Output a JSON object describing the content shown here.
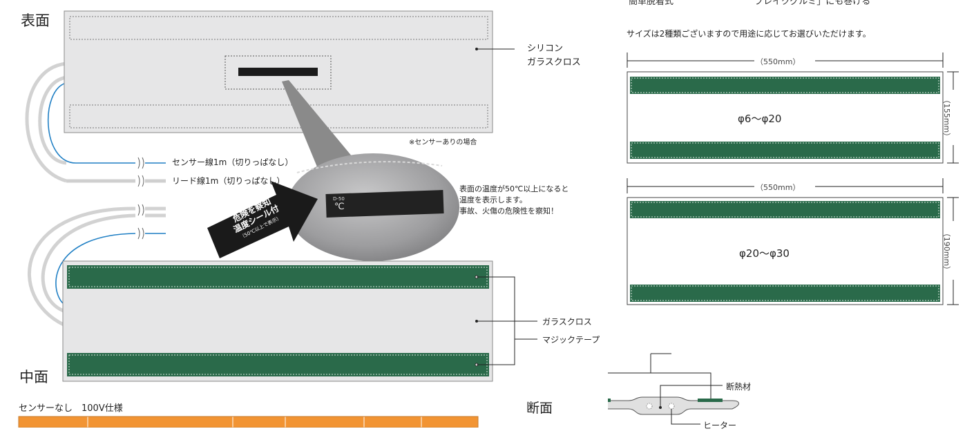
{
  "left": {
    "surface_title": "表面",
    "middle_title": "中面",
    "silicone_label_1": "シリコン",
    "silicone_label_2": "ガラスクロス",
    "sensor_note": "※センサーありの場合",
    "sensor_wire": "センサー線1m（切りっぱなし）",
    "lead_wire": "リード線1m（切りっぱなし）",
    "arrow_line1": "危険を察知",
    "arrow_line2": "温度シール付",
    "arrow_line3": "（50℃以上で表示）",
    "photo_code": "D-50",
    "photo_unit": "℃",
    "temp_desc_1": "表面の温度が50℃以上になると",
    "temp_desc_2": "温度を表示します。",
    "temp_desc_3": "事故、火傷の危険性を察知！",
    "glass_label": "ガラスクロス",
    "magic_label": "マジックテープ",
    "spec_caption": "センサーなし　100V仕様"
  },
  "right": {
    "top_cut": "簡単脱着式　　　　　　　　　プレイクグルミ」にも巻ける",
    "size_intro": "サイズは2種類ございますので用途に応じてお選びいただけます。",
    "size1": {
      "width_label": "（550mm）",
      "height_label": "（155mm）",
      "range": "φ6〜φ20"
    },
    "size2": {
      "width_label": "（550mm）",
      "height_label": "（190mm）",
      "range": "φ20〜φ30"
    }
  },
  "section": {
    "title": "断面",
    "insulation": "断熱材",
    "heater": "ヒーター"
  },
  "colors": {
    "green": "#2a6a4a",
    "cloth": "#e6e6e7",
    "accent_orange": "#f29433",
    "wire_blue": "#1f7fc4"
  }
}
